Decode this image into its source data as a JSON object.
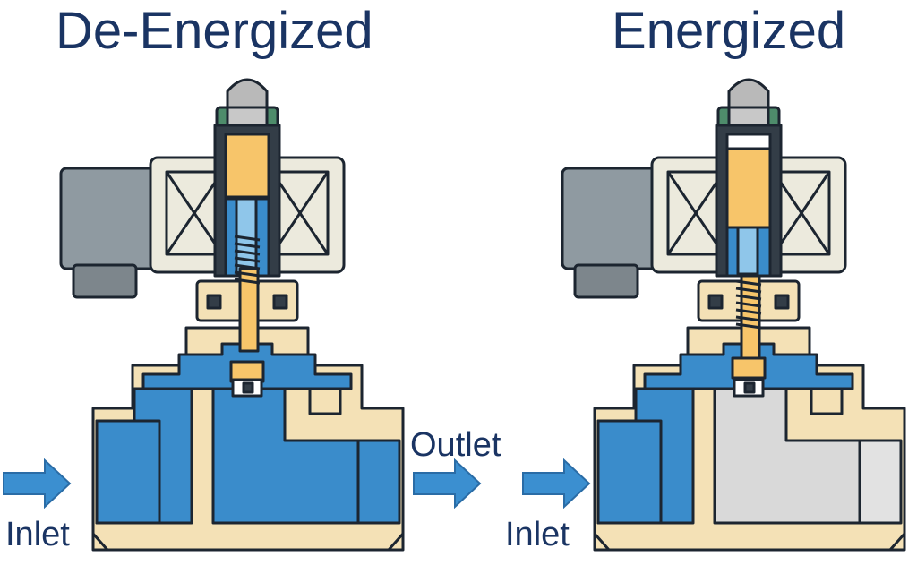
{
  "labels": {
    "left_title": "De-Energized",
    "right_title": "Energized",
    "outlet": "Outlet",
    "left_inlet": "Inlet",
    "right_inlet": "Inlet"
  },
  "colors": {
    "title": "#1a3463",
    "brass": "#f4e1b6",
    "brass_stroke": "#1c2530",
    "water": "#3a8ccb",
    "water_light": "#8fc6ea",
    "empty": "#d9d9d9",
    "coil": "#eceadd",
    "housing": "#8f9aa1",
    "housing_dark": "#7d868c",
    "plunger": "#f7c56a",
    "cap_green": "#4e8c6b",
    "knob": "#b9b9b9",
    "arrow": "#3b8fd0",
    "arrow_stroke": "#2a6ca6"
  },
  "icons": {
    "inlet_arrow": "arrow-right-icon",
    "outlet_arrow": "arrow-right-icon"
  }
}
